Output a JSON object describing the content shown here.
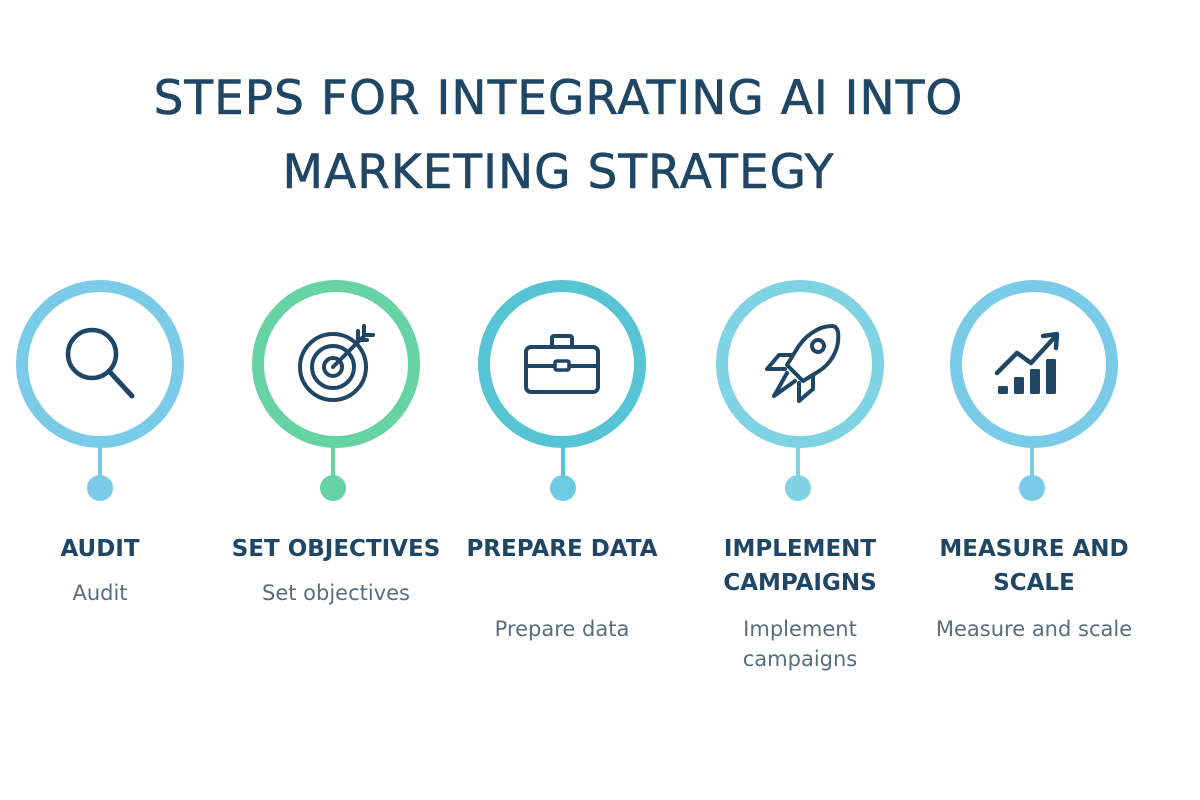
{
  "title": {
    "line1": "STEPS FOR INTEGRATING AI INTO",
    "line2": "MARKETING STRATEGY"
  },
  "colors": {
    "title_text": "#1f4665",
    "heading_text": "#1f4665",
    "description_text": "#5a6d7c",
    "icon_stroke": "#1f4665",
    "blue": "#79cbe8",
    "green": "#66d3a4",
    "teal": "#56c4d4"
  },
  "steps": [
    {
      "title": "AUDIT",
      "description": "Audit",
      "icon": "magnifying-glass-icon",
      "color": "#79cbe8"
    },
    {
      "title": "SET OBJECTIVES",
      "description": "Set objectives",
      "icon": "target-icon",
      "color": "#66d3a4"
    },
    {
      "title": "PREPARE DATA",
      "description": "Prepare data",
      "icon": "briefcase-icon",
      "color": "#56c4d4"
    },
    {
      "title": "IMPLEMENT CAMPAIGNS",
      "description": "Implement campaigns",
      "icon": "rocket-icon",
      "color": "#7fd3e3"
    },
    {
      "title": "MEASURE AND SCALE",
      "description": "Measure and scale",
      "icon": "growth-chart-icon",
      "color": "#79cbe8"
    }
  ]
}
